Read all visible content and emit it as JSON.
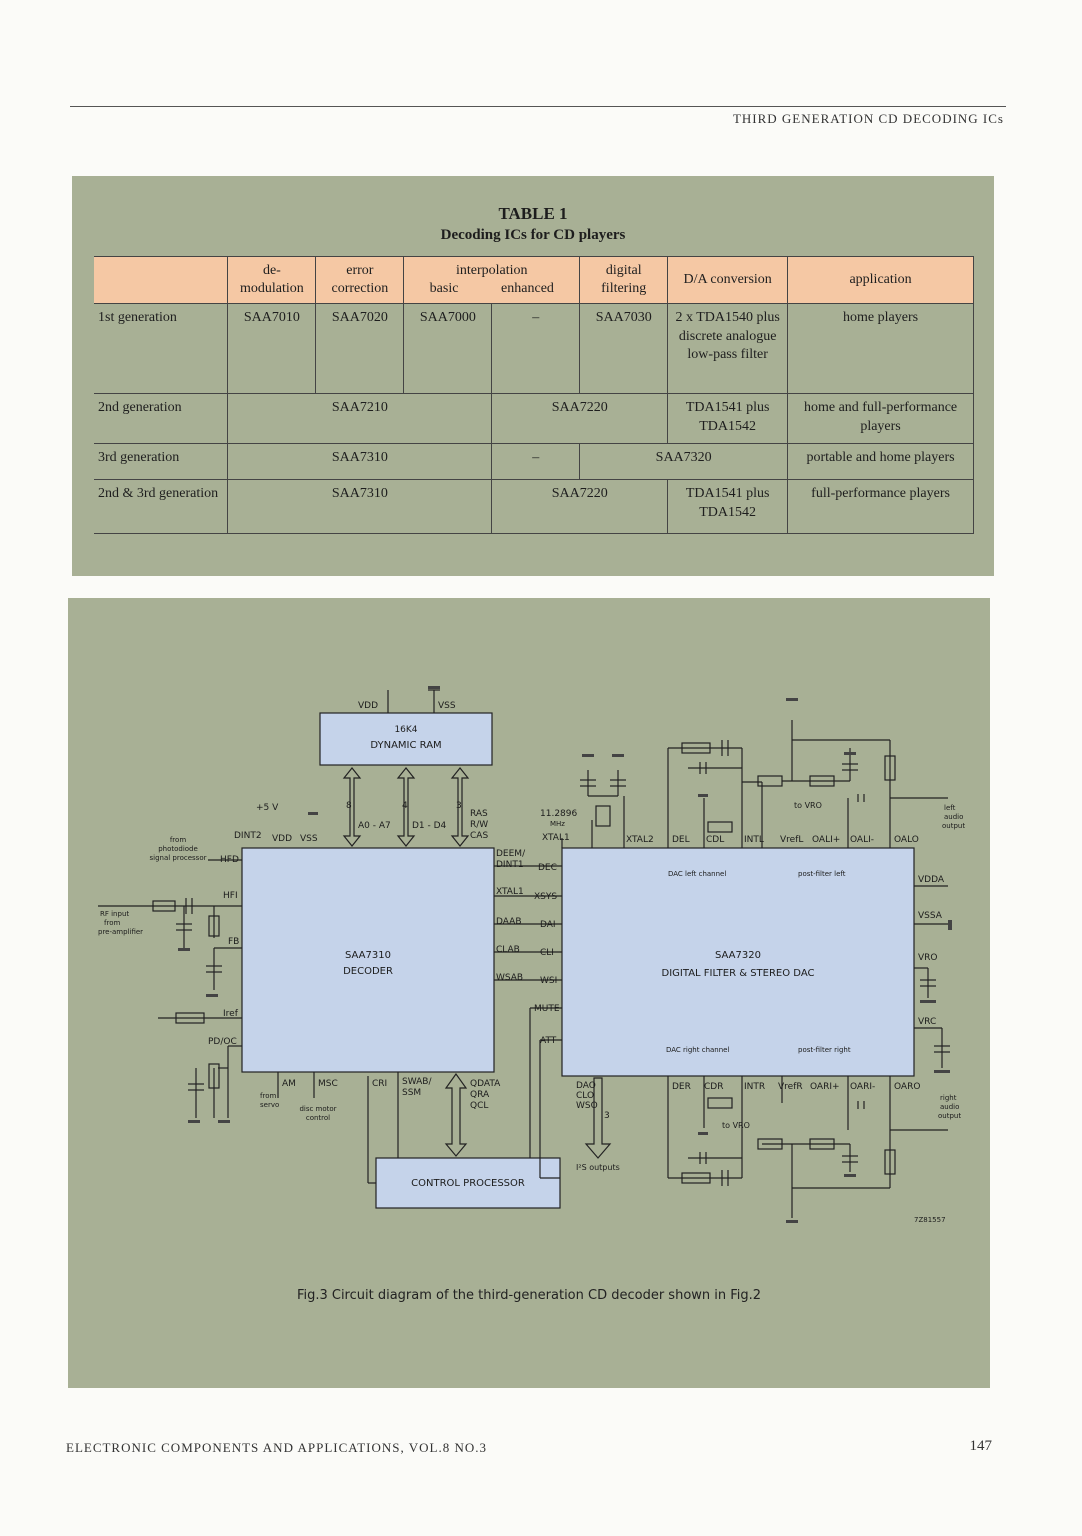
{
  "running_head": "THIRD GENERATION CD DECODING ICs",
  "table": {
    "title": "TABLE 1",
    "subtitle": "Decoding ICs for CD players",
    "headers": {
      "demod": "de-modulation",
      "error": "error correction",
      "interp": "interpolation",
      "basic": "basic",
      "enhanced": "enhanced",
      "digital": "digital filtering",
      "da": "D/A conversion",
      "app": "application"
    },
    "rows": {
      "r1": {
        "label": "1st generation",
        "demod": "SAA7010",
        "error": "SAA7020",
        "basic": "SAA7000",
        "enhanced": "–",
        "digital": "SAA7030",
        "da": "2 x TDA1540 plus discrete analogue low-pass filter",
        "app": "home players"
      },
      "r2": {
        "label": "2nd generation",
        "span1": "SAA7210",
        "span2": "SAA7220",
        "da": "TDA1541 plus TDA1542",
        "app": "home and full-performance players"
      },
      "r3": {
        "label": "3rd generation",
        "span1": "SAA7310",
        "enhanced": "–",
        "span2": "SAA7320",
        "app": "portable and home players"
      },
      "r4": {
        "label": "2nd & 3rd generation",
        "span1": "SAA7310",
        "span2": "SAA7220",
        "da": "TDA1541 plus TDA1542",
        "app": "full-performance players"
      }
    }
  },
  "figure": {
    "ram": {
      "line1": "16K4",
      "line2": "DYNAMIC RAM"
    },
    "decoder": {
      "line1": "SAA7310",
      "line2": "DECODER"
    },
    "dac": {
      "line1": "SAA7320",
      "line2": "DIGITAL FILTER & STEREO DAC"
    },
    "control": "CONTROL PROCESSOR",
    "labels": {
      "vdd": "VDD",
      "vss": "VSS",
      "plus5v": "+5 V",
      "dint2": "DINT2",
      "vdd2": "VDD",
      "vss2": "VSS",
      "from_pd1": "from",
      "from_pd2": "photodiode",
      "from_pd3": "signal processor",
      "hfd": "HFD",
      "hfi": "HFI",
      "fb": "FB",
      "iref": "Iref",
      "pdoc": "PD/OC",
      "rf1": "RF input",
      "rf2": "from",
      "rf3": "pre-amplifier",
      "am": "AM",
      "msc": "MSC",
      "cri": "CRI",
      "swab": "SWAB/",
      "ssm": "SSM",
      "qdata": "QDATA",
      "qra": "QRA",
      "qcl": "QCL",
      "from_servo1": "from",
      "from_servo2": "servo",
      "disc1": "disc motor",
      "disc2": "control",
      "bus8": "8",
      "bus4": "4",
      "bus3": "3",
      "a0a7": "A0 - A7",
      "d1d4": "D1 - D4",
      "ras": "RAS",
      "rw": "R/W",
      "cas": "CAS",
      "deem": "DEEM/",
      "dint1": "DINT1",
      "dec": "DEC",
      "xtal1": "XTAL1",
      "xsys": "XSYS",
      "daab": "DAAB",
      "dai": "DAI",
      "clab": "CLAB",
      "cli": "CLI",
      "wsab": "WSAB",
      "wsi": "WSI",
      "mute": "MUTE",
      "att": "ATT",
      "freq1": "11.2896",
      "freq2": "MHz",
      "xtal1b": "XTAL1",
      "xtal2": "XTAL2",
      "del": "DEL",
      "cdl": "CDL",
      "intl": "INTL",
      "vrefl": "VrefL",
      "oalip": "OALI+",
      "oalim": "OALI-",
      "oalo": "OALO",
      "to_vro1": "to VRO",
      "to_vro2": "to VRO",
      "dac_left": "DAC left channel",
      "post_left": "post-filter left",
      "dac_right": "DAC right channel",
      "post_right": "post-filter right",
      "vdda": "VDDA",
      "vssa": "VSSA",
      "vro": "VRO",
      "vrc": "VRC",
      "left1": "left",
      "left2": "audio",
      "left3": "output",
      "right1": "right",
      "right2": "audio",
      "right3": "output",
      "der": "DER",
      "cdr": "CDR",
      "intr": "INTR",
      "vrefr": "VrefR",
      "oarip": "OARI+",
      "oarim": "OARI-",
      "oaro": "OARO",
      "dao": "DAO",
      "clo": "CLO",
      "wso": "WSO",
      "bus3b": "3",
      "i2s": "I²S outputs",
      "code": "7Z81557"
    },
    "caption": "Fig.3 Circuit diagram of the third-generation CD decoder shown in Fig.2"
  },
  "footer": {
    "journal": "ELECTRONIC COMPONENTS AND APPLICATIONS, VOL.8 NO.3",
    "page": "147"
  }
}
